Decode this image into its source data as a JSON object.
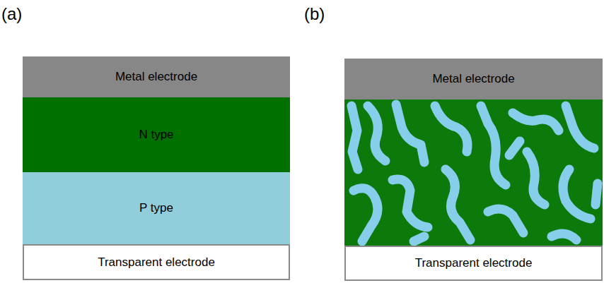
{
  "diagram": {
    "nodes": [
      {
        "text": [
          "Metal electrode"
        ]
      },
      {
        "text": [
          "N type"
        ]
      },
      {
        "text": [
          "P type"
        ]
      },
      {
        "text": [
          "Transparent electrode"
        ]
      },
      {
        "text": [
          "Metal electrode"
        ]
      },
      {
        "text": [
          "Transparent electrode"
        ]
      }
    ],
    "labels": [
      "(a)",
      "(b)"
    ]
  }
}
